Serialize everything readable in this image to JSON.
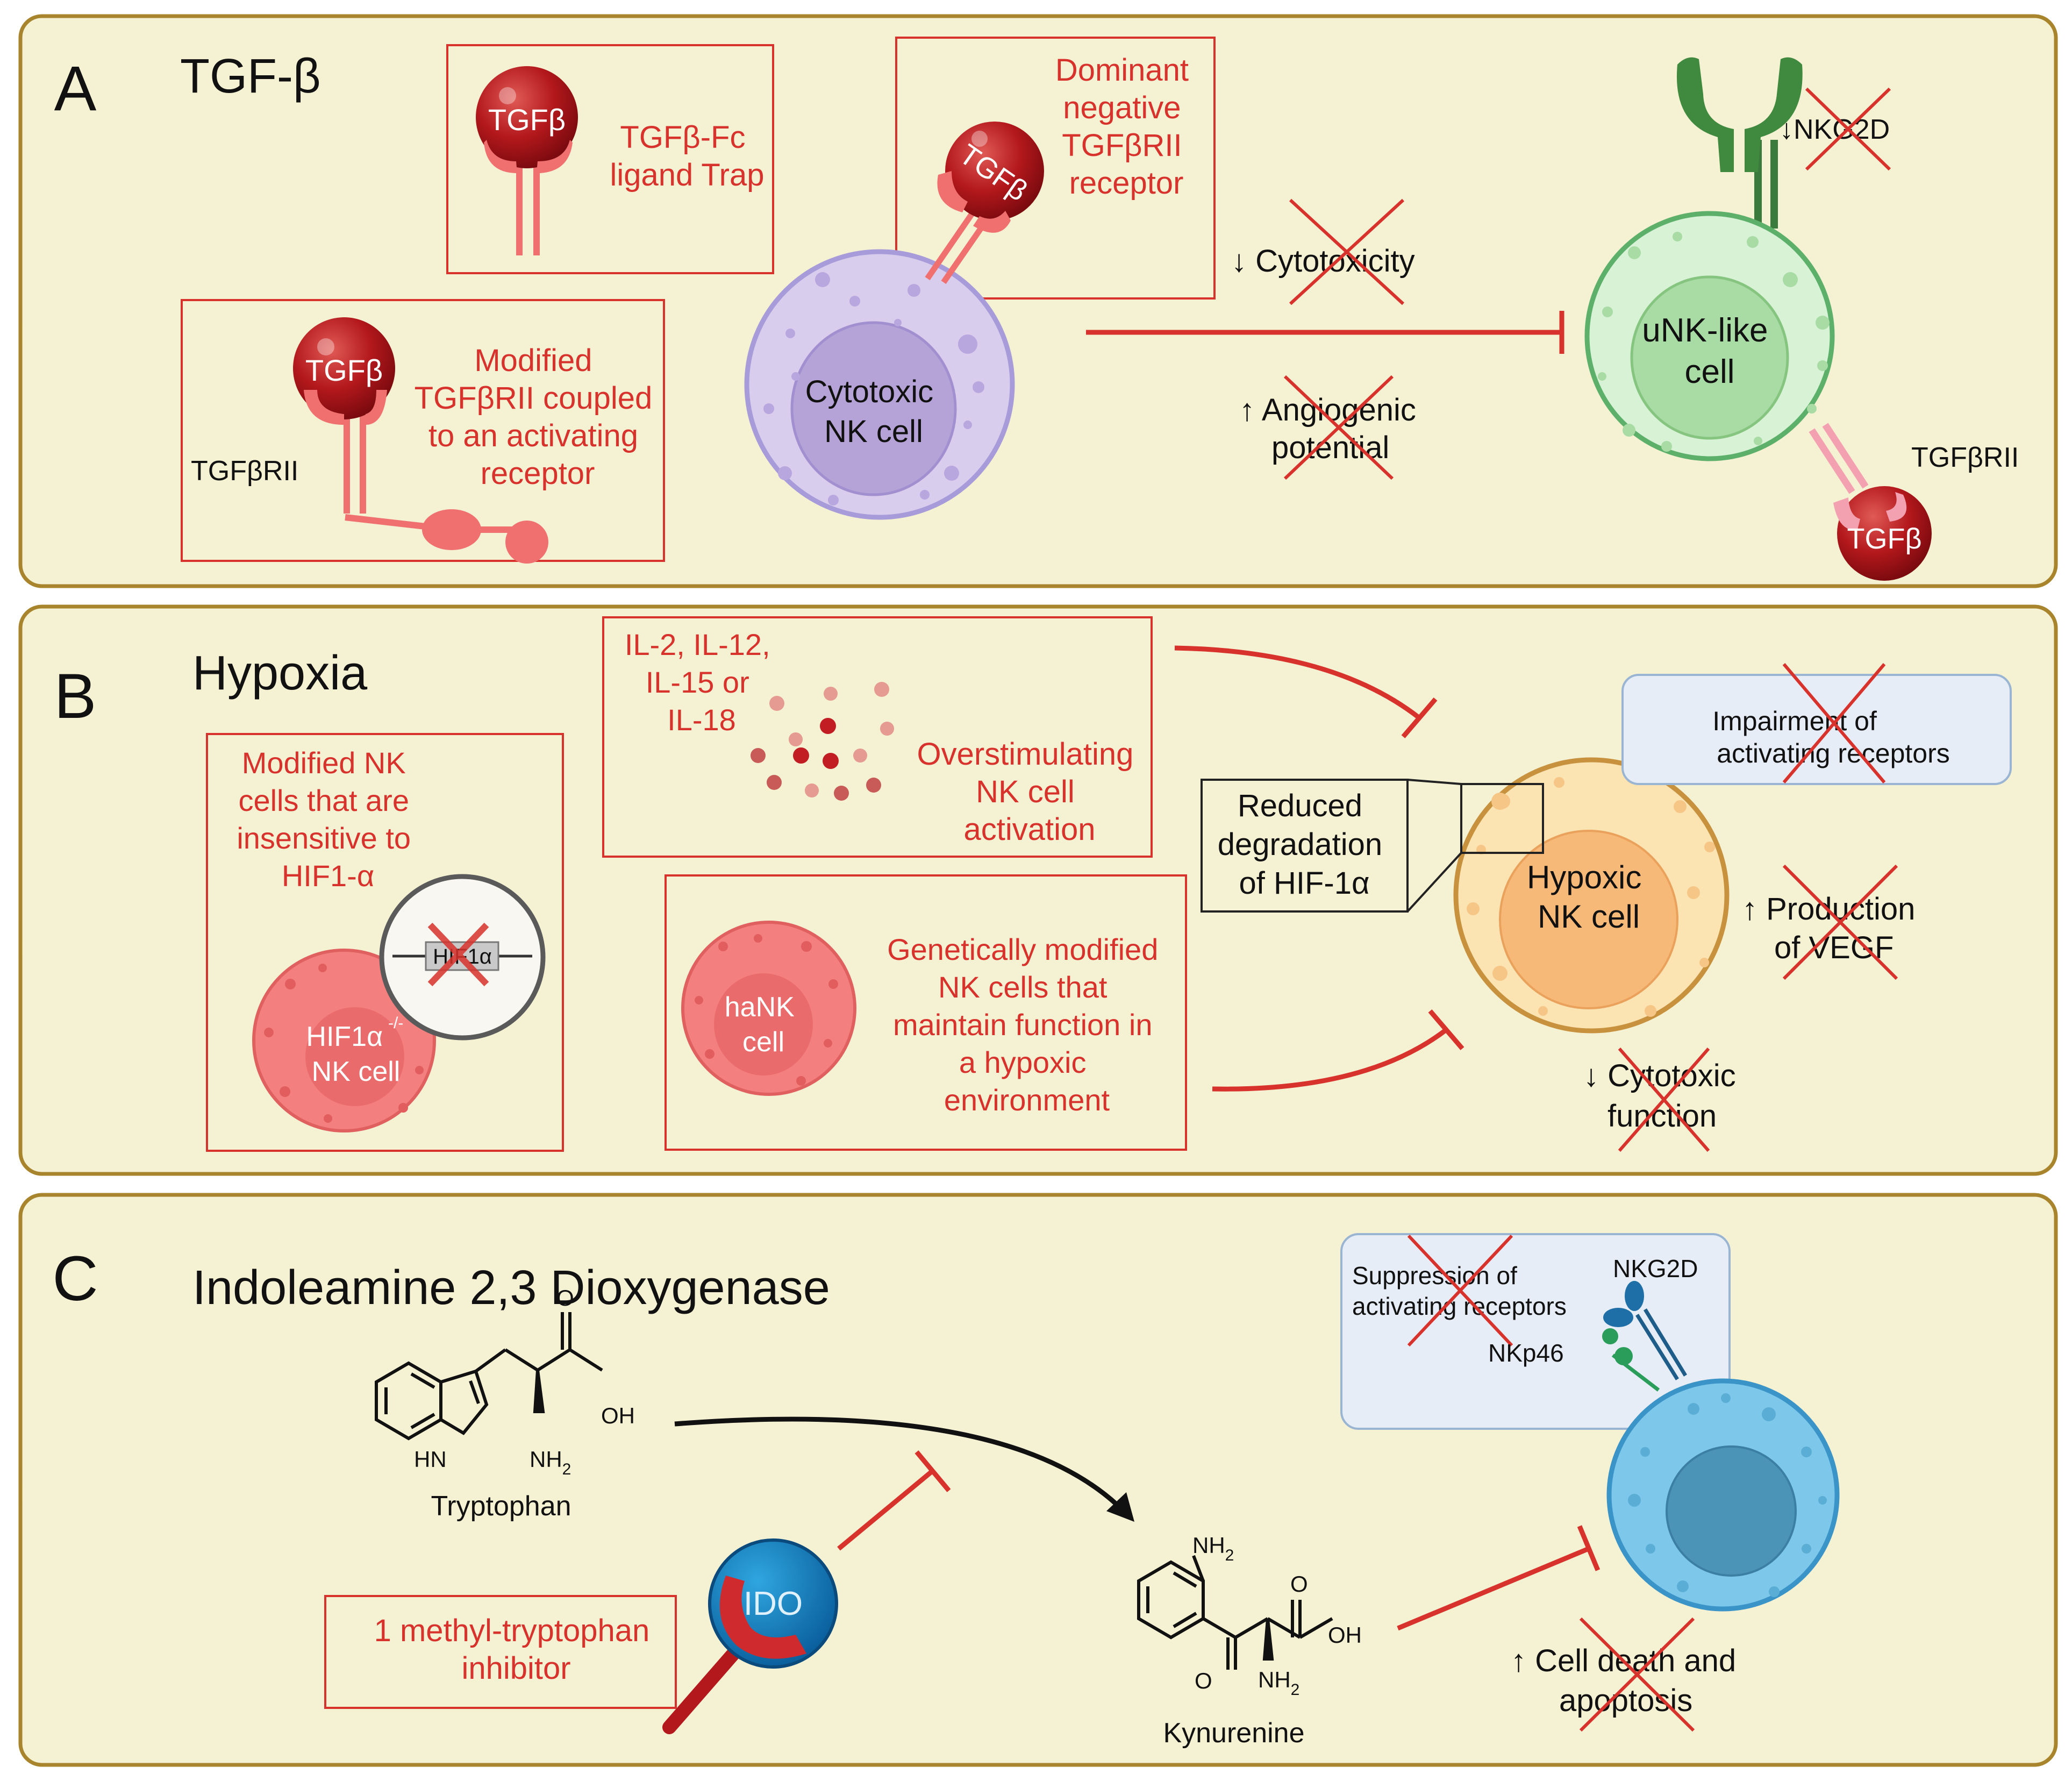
{
  "colors": {
    "panel_fill": "#f5f1d3",
    "panel_border": "#a8842c",
    "red": "#d8322c",
    "text": "#111111"
  },
  "panelA": {
    "letter": "A",
    "title": "TGF-β",
    "trap_ligand": "TGFβ",
    "trap_label": [
      "TGFβ-Fc",
      "ligand Trap"
    ],
    "dn_ligand": "TGFβ",
    "dn_label": [
      "Dominant",
      "negative",
      "TGFβRII",
      "receptor"
    ],
    "mod_ligand": "TGFβ",
    "mod_label": [
      "Modified",
      "TGFβRII coupled",
      "to an activating",
      "receptor"
    ],
    "mod_receptor_label": "TGFβRII",
    "nk_cell_label": [
      "Cytotoxic",
      "NK cell"
    ],
    "cytotoxicity": "↓ Cytotoxicity",
    "angiogenic": [
      "↑ Angiogenic",
      "potential"
    ],
    "unk_label": [
      "uNK-like",
      "cell"
    ],
    "nkg2d": "↓NKG2D",
    "unk_receptor_label": "TGFβRII",
    "unk_ligand": "TGFβ"
  },
  "panelB": {
    "letter": "B",
    "title": "Hypoxia",
    "cytokines": [
      "IL-2, IL-12,",
      "IL-15 or",
      "IL-18"
    ],
    "overstim": [
      "Overstimulating",
      "NK cell",
      "activation"
    ],
    "hif_label": [
      "Modified NK",
      "cells that are",
      "insensitive to",
      "HIF1-α"
    ],
    "hif_gene": "HIF1α",
    "hif_cell": [
      "HIF1α",
      "NK cell"
    ],
    "hif_sup": "-/-",
    "hank_cell": [
      "haNK",
      "cell"
    ],
    "hank_label": [
      "Genetically modified",
      "NK cells that",
      "maintain function in",
      "a hypoxic",
      "environment"
    ],
    "reduced": [
      "Reduced",
      "degradation",
      "of HIF-1α"
    ],
    "hypoxic_cell": [
      "Hypoxic",
      "NK cell"
    ],
    "impairment": [
      "Impairment of",
      "activating receptors"
    ],
    "vegf": [
      "↑ Production",
      "of VEGF"
    ],
    "cytotoxic_fn": [
      "↓ Cytotoxic",
      "function"
    ]
  },
  "panelC": {
    "letter": "C",
    "title": "Indoleamine 2,3 Dioxygenase",
    "tryptophan": "Tryptophan",
    "kynurenine": "Kynurenine",
    "ido": "IDO",
    "inhibitor": [
      "1 methyl-tryptophan",
      "inhibitor"
    ],
    "suppression": [
      "Suppression of",
      "activating receptors"
    ],
    "nkg2d": "NKG2D",
    "nkp46": "NKp46",
    "death": [
      "↑ Cell death and",
      "apoptosis"
    ],
    "chem": {
      "o": "O",
      "oh": "OH",
      "hn": "HN",
      "nh": "NH",
      "sub2": "2"
    }
  }
}
